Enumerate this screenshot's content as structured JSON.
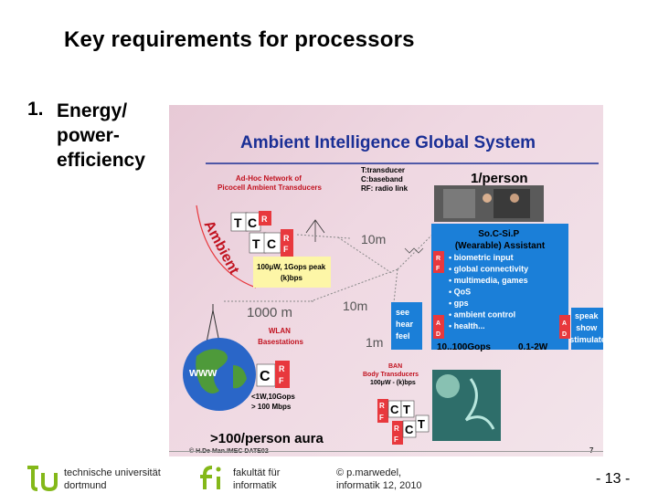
{
  "slide": {
    "title": "Key requirements for processors",
    "item_number": "1.",
    "item_text": "Energy/ power-efficiency"
  },
  "figure": {
    "title": "Ambient Intelligence Global System",
    "adhoc_label": "Ad-Hoc Network of\nPicocell Ambient Transducers",
    "legend": "T:transducer\nC:baseband\nRF: radio link",
    "per_person": "1/person",
    "ambient_word": "Ambient",
    "blocks": {
      "t": "T",
      "c": "C",
      "r": "R",
      "f": "F",
      "a": "A",
      "d": "D"
    },
    "dist_10m_a": "10m",
    "dist_10m_b": "10m",
    "dist_1m": "1m",
    "dist_1000m": "1000 m",
    "power_peak": "100μW, 1Gops peak\n(k)bps",
    "wlan": "WLAN\nBasestations",
    "www": "www",
    "server_spec": "<1W,10Gops\n> 100 Mbps",
    "see_hear_feel": "see\nhear\nfeel",
    "soc_title": "So.C-Si.P\n(Wearable) Assistant",
    "soc_bullets": [
      "• biometric input",
      "• global connectivity",
      "• multimedia, games",
      "• QoS",
      "• gps",
      "• ambient control",
      "• health..."
    ],
    "soc_perf": "10..100Gops",
    "soc_power": "0.1-2W",
    "speak_show": "speak\nshow\nstimulate",
    "ban_label": "BAN\nBody Transducers\n100μW - (k)bps",
    "aura": ">100/person aura",
    "credit": "© H.De Man.IMEC    DATE02",
    "fig_page": "7"
  },
  "footer": {
    "university": "technische universität\ndortmund",
    "faculty": "fakultät für\ninformatik",
    "copyright": "© p.marwedel,\ninformatik 12,  2010",
    "page": "- 13 -"
  },
  "colors": {
    "tu_green": "#84b819",
    "soc_blue": "#1b7fd8",
    "block_red": "#e8383d",
    "title_blue": "#1a2f95",
    "pink_bg": "#e9cdd9"
  },
  "icons": [
    "tu-logo-icon",
    "fi-logo-icon",
    "globe-icon",
    "antenna-icon",
    "photo-people"
  ]
}
